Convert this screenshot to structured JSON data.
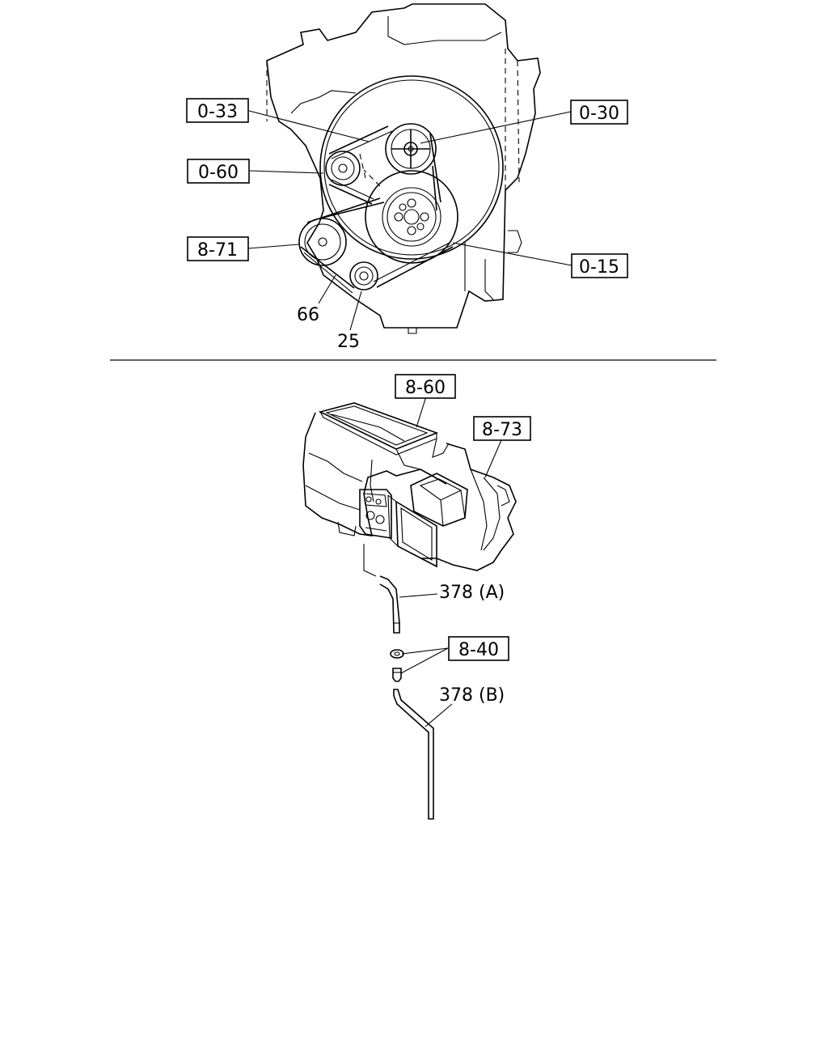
{
  "top_view": {
    "callouts": {
      "c033": "0-33",
      "c030": "0-30",
      "c060": "0-60",
      "c871": "8-71",
      "c015": "0-15"
    },
    "numbers": {
      "n66": "66",
      "n25": "25"
    }
  },
  "bottom_view": {
    "callouts": {
      "c860": "8-60",
      "c873": "8-73",
      "c840": "8-40"
    },
    "parts": {
      "p378a": "378 (A)",
      "p378b": "378 (B)"
    }
  }
}
